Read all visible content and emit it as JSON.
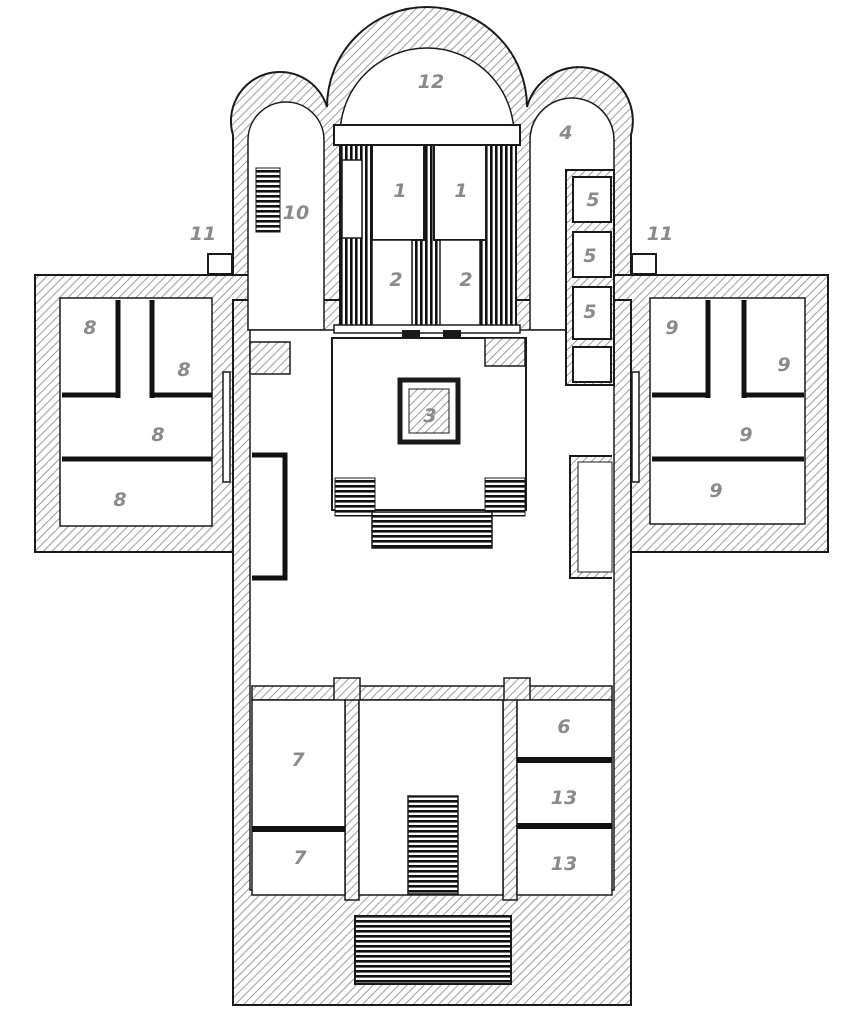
{
  "colors": {
    "wall": "#1a1a1a",
    "hatch": "#b5b5b5",
    "floor": "#ffffff",
    "label": "#8a8a8a"
  },
  "labels": {
    "apse_center": "12",
    "apse_left": "10",
    "apse_right": "4",
    "unit_left_top": "1",
    "unit_right_top": "1",
    "unit_left_bottom": "2",
    "unit_right_bottom": "2",
    "center_block": "3",
    "side_room_a": "5",
    "side_room_b": "5",
    "side_room_c": "5",
    "entrance_left": "11",
    "entrance_right": "11",
    "left_wing_room_1": "8",
    "left_wing_room_2": "8",
    "left_wing_room_3": "8",
    "left_wing_room_4": "8",
    "right_wing_room_1": "9",
    "right_wing_room_2": "9",
    "right_wing_room_3": "9",
    "right_wing_room_4": "9",
    "front_left_room_1": "7",
    "front_left_room_2": "7",
    "front_right_room_1": "6",
    "front_right_room_2": "13",
    "front_right_room_3": "13"
  }
}
